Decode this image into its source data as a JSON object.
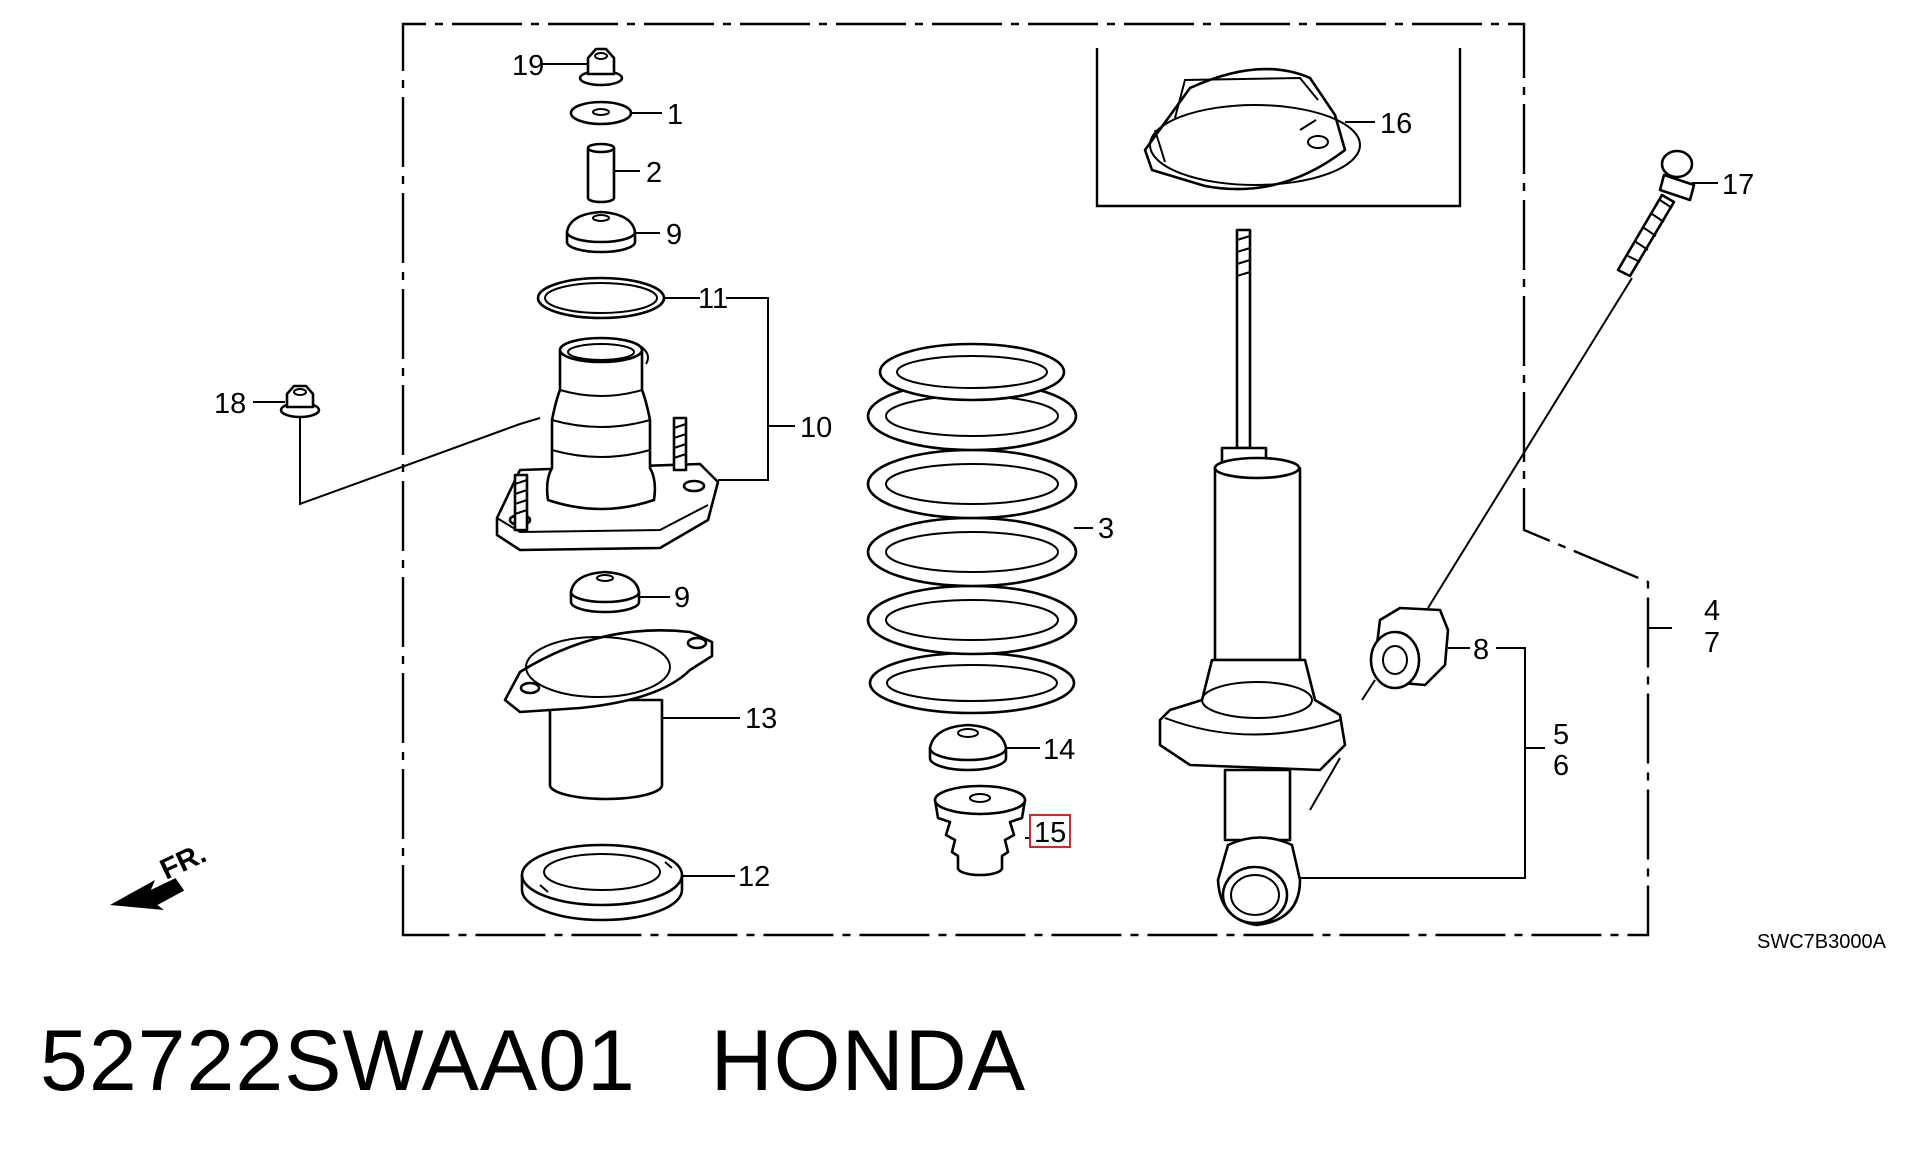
{
  "callouts": {
    "p1": "1",
    "p2": "2",
    "p3": "3",
    "p4": "4",
    "p5": "5",
    "p6": "6",
    "p7": "7",
    "p8": "8",
    "p9a": "9",
    "p9b": "9",
    "p10": "10",
    "p11": "11",
    "p12": "12",
    "p13": "13",
    "p14": "14",
    "p15": "15",
    "p16": "16",
    "p17": "17",
    "p18": "18",
    "p19": "19"
  },
  "highlight_color": "#e0202a",
  "front_marker": "FR.",
  "drawing_code": "SWC7B3000A",
  "caption": {
    "part_number": "52722SWAA01",
    "brand": "HONDA"
  }
}
